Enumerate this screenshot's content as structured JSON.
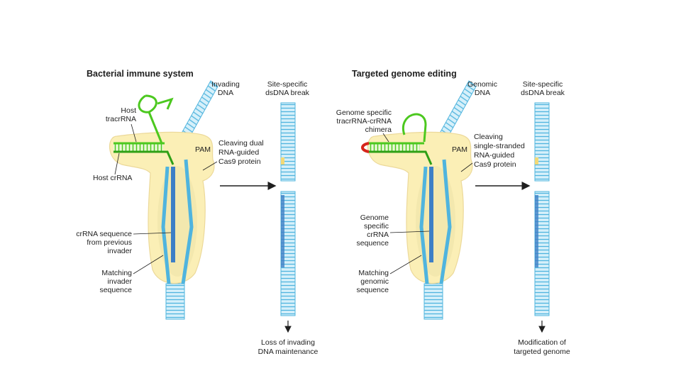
{
  "left_panel": {
    "title": "Bacterial immune system",
    "dna_label": [
      "Invading",
      "DNA"
    ],
    "break_label": [
      "Site-specific",
      "dsDNA break"
    ],
    "tracr_label": [
      "Host",
      "tracrRNA"
    ],
    "crrna_label": "Host crRNA",
    "cas9_label": [
      "Cleaving dual",
      "RNA-guided",
      "Cas9 protein"
    ],
    "pam_label": "PAM",
    "seq_label": [
      "crRNA sequence",
      "from previous",
      "invader"
    ],
    "match_label": [
      "Matching",
      "invader",
      "sequence"
    ],
    "outcome_label": [
      "Loss of invading",
      "DNA maintenance"
    ]
  },
  "right_panel": {
    "title": "Targeted genome editing",
    "dna_label": [
      "Genomic",
      "DNA"
    ],
    "break_label": [
      "Site-specific",
      "dsDNA break"
    ],
    "chimera_label": [
      "Genome specific",
      "tracrRNA-crRNA",
      "chimera"
    ],
    "cas9_label": [
      "Cleaving",
      "single-stranded",
      "RNA-guided",
      "Cas9 protein"
    ],
    "pam_label": "PAM",
    "seq_label": [
      "Genome",
      "specific",
      "crRNA",
      "sequence"
    ],
    "match_label": [
      "Matching",
      "genomic",
      "sequence"
    ],
    "outcome_label": [
      "Modification of",
      "targeted genome"
    ]
  },
  "colors": {
    "protein": "#fbefb6",
    "protein_edge": "#ecd99a",
    "dna": "#bfe6f5",
    "dna_edge": "#4fb4de",
    "rna": "#4cc81f",
    "rna_light": "#a9e86a",
    "crrna_bar": "#3d7fc6",
    "loop_red": "#d6261c",
    "cleavage_mark": "#f2d977"
  }
}
